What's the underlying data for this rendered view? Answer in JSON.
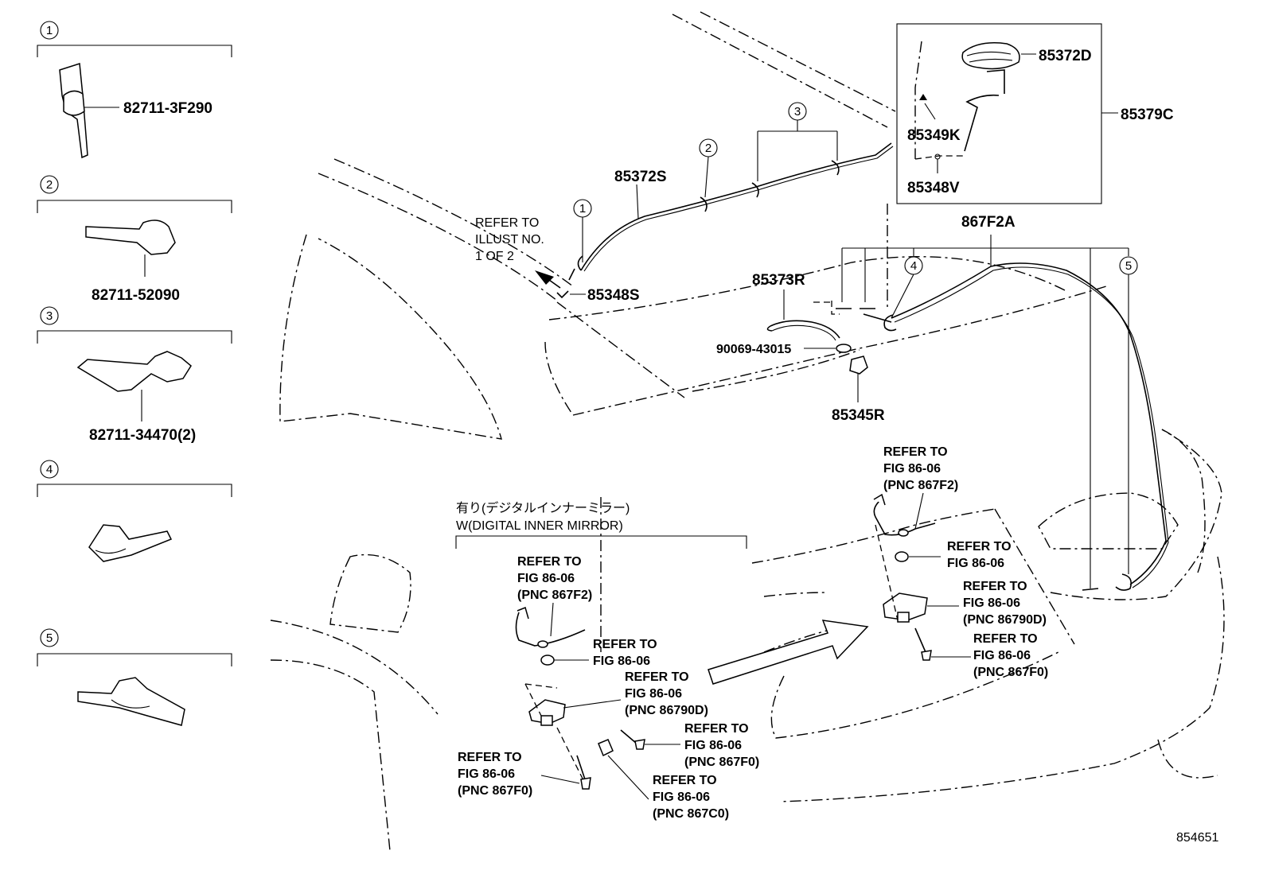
{
  "legend": [
    {
      "num": "1",
      "part": "82711-3F290"
    },
    {
      "num": "2",
      "part": "82711-52090"
    },
    {
      "num": "3",
      "part": "82711-34470(2)"
    },
    {
      "num": "4",
      "part": ""
    },
    {
      "num": "5",
      "part": ""
    }
  ],
  "parts": {
    "p85372D": "85372D",
    "p85379C": "85379C",
    "p85349K": "85349K",
    "p85348V": "85348V",
    "p867F2A": "867F2A",
    "p85372S": "85372S",
    "p85348S": "85348S",
    "p85373R": "85373R",
    "p90069": "90069-43015",
    "p85345R": "85345R"
  },
  "callouts": {
    "illust": [
      "REFER TO",
      "ILLUST NO.",
      "1 OF 2"
    ],
    "ref_right_wire": [
      "REFER TO",
      "FIG 86-06",
      "(PNC 867F2)"
    ],
    "ref_right_clip": [
      "REFER TO",
      "FIG 86-06"
    ],
    "ref_right_camera": [
      "REFER TO",
      "FIG 86-06",
      "(PNC 86790D)"
    ],
    "ref_right_screw": [
      "REFER TO",
      "FIG 86-06",
      "(PNC 867F0)"
    ],
    "ref_left_wire": [
      "REFER TO",
      "FIG 86-06",
      "(PNC 867F2)"
    ],
    "ref_left_clip": [
      "REFER TO",
      "FIG 86-06"
    ],
    "ref_left_camera": [
      "REFER TO",
      "FIG 86-06",
      "(PNC 86790D)"
    ],
    "ref_left_bolt": [
      "REFER TO",
      "FIG 86-06",
      "(PNC 867F0)"
    ],
    "ref_left_screw": [
      "REFER TO",
      "FIG 86-06",
      "(PNC 867F0)"
    ],
    "ref_left_nut": [
      "REFER TO",
      "FIG 86-06",
      "(PNC 867C0)"
    ]
  },
  "digital_mirror": {
    "jp": "有り(デジタルインナーミラー)",
    "en": "W(DIGITAL INNER MIRROR)"
  },
  "circle_callouts": [
    "1",
    "2",
    "3",
    "4",
    "5"
  ],
  "figure_id": "854651"
}
